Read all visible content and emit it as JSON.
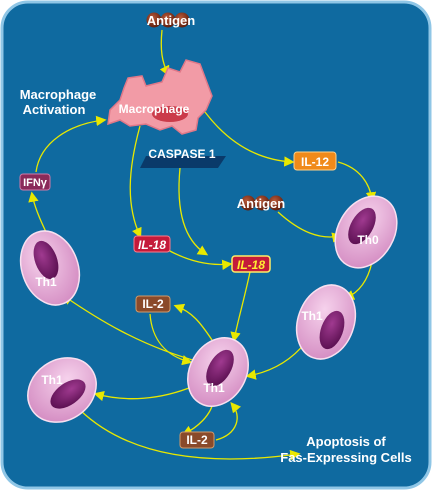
{
  "diagram": {
    "macrophage_activation_line1": "Macrophage",
    "macrophage_activation_line2": "Activation",
    "apoptosis_line1": "Apoptosis of",
    "apoptosis_line2": "Fas-Expressing Cells",
    "nodes": {
      "antigen_top": "Antigen",
      "macrophage": "Macrophage",
      "caspase": "CASPASE 1",
      "il12": "IL-12",
      "antigen_mid": "Antigen",
      "th0": "Th0",
      "il18_left": "IL-18",
      "il18_right": "IL-18",
      "ifn": "IFNγ",
      "th1_left": "Th1",
      "th1_right": "Th1",
      "il2_top": "IL-2",
      "th1_center": "Th1",
      "th1_bottom_left": "Th1",
      "il2_bottom": "IL-2"
    }
  },
  "colors": {
    "background": "#0f6aa0",
    "arrow": "#e8e800",
    "cell_fill": "#e8a6d6",
    "cell_nucleus": "#7a1a6e",
    "macrophage": "#f29ba6",
    "il12": "#f08a1a",
    "il18": "#c41a3a",
    "il2": "#8a4a2a",
    "ifn": "#8a2a5a"
  }
}
